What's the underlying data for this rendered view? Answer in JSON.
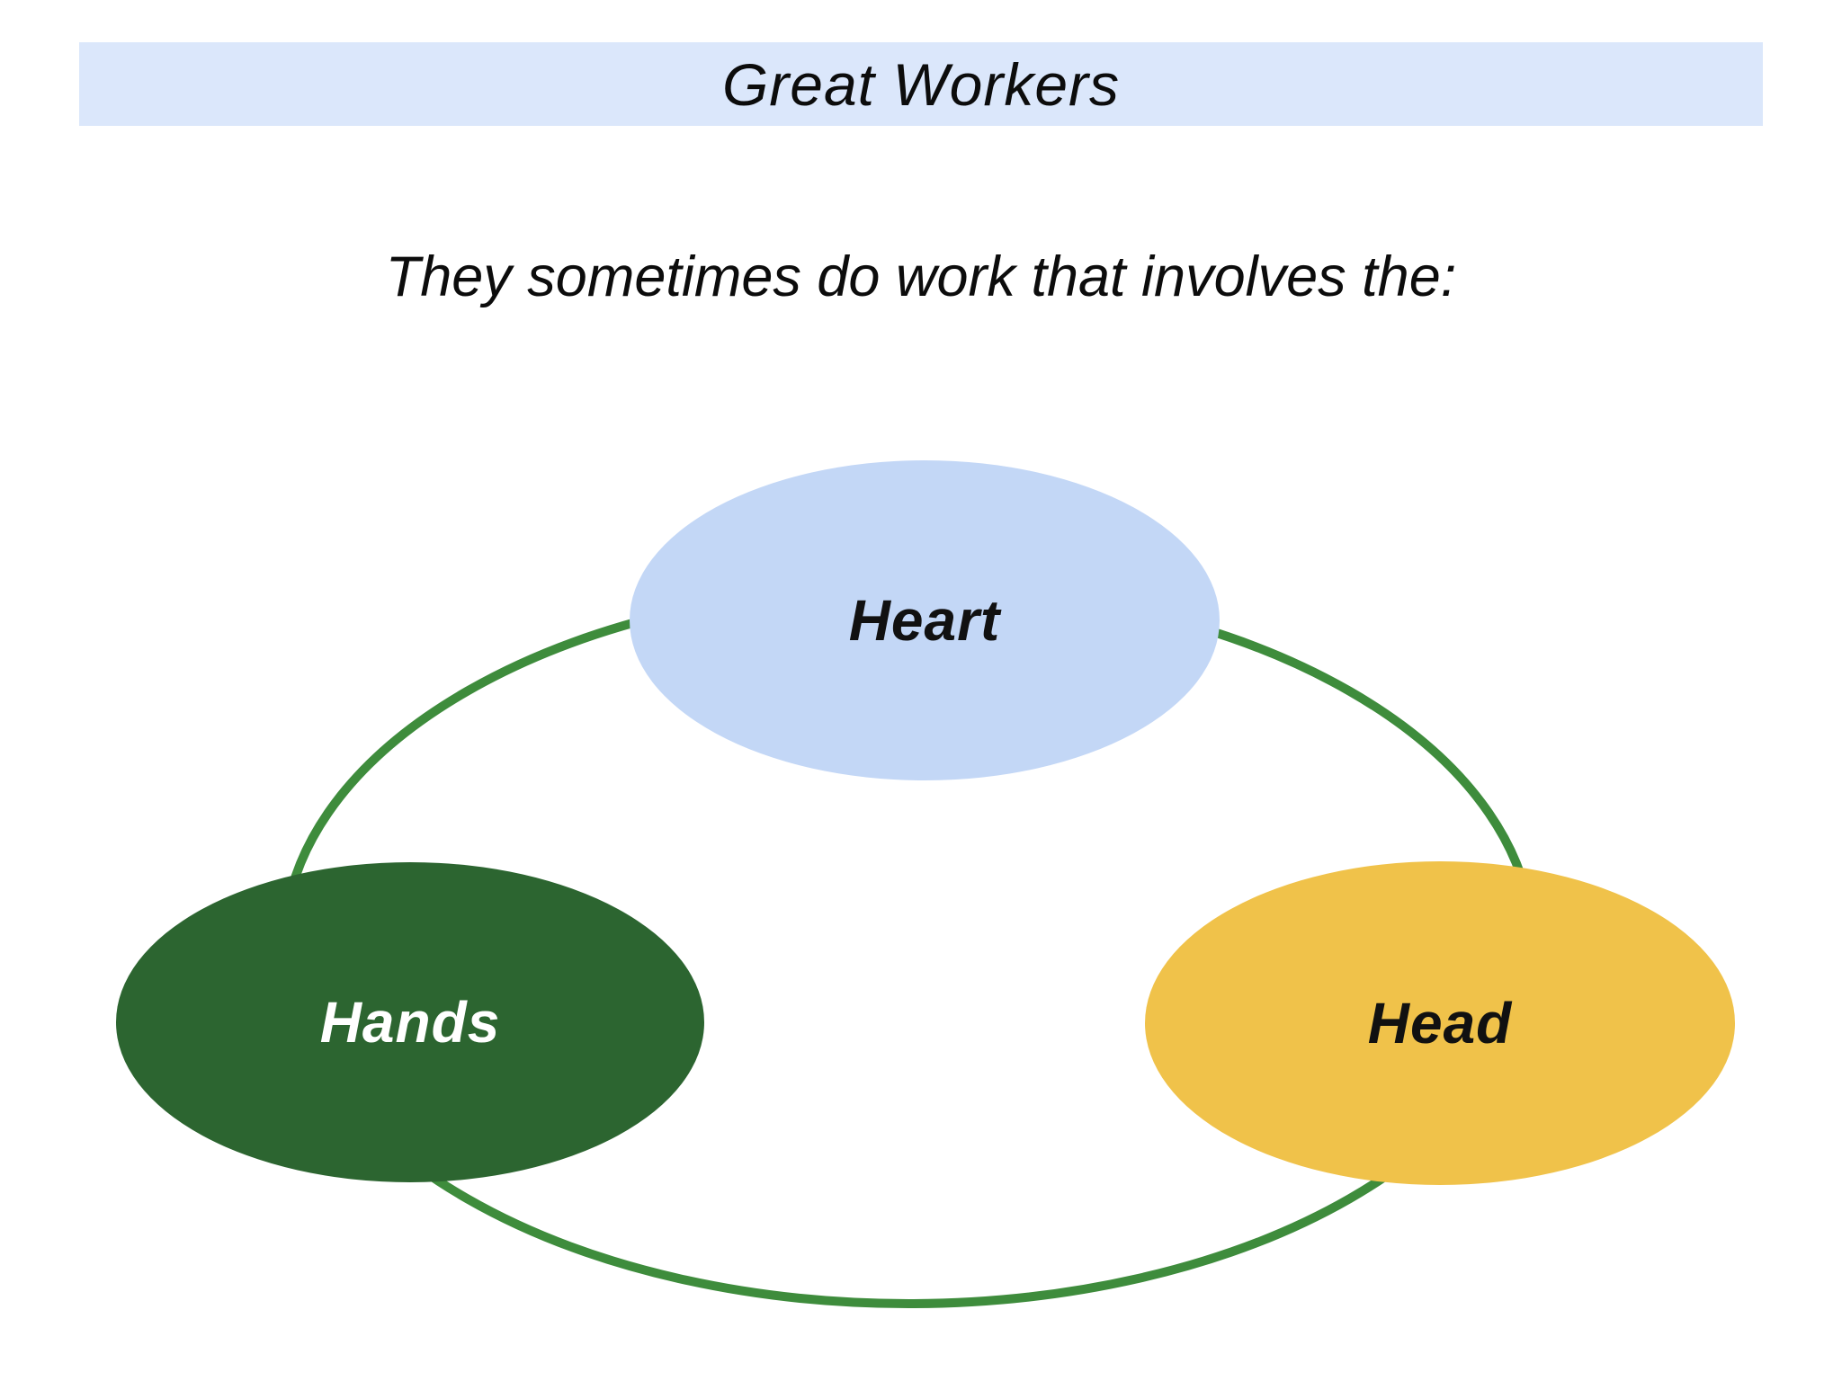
{
  "banner": {
    "title": "Great Workers",
    "background": "#dbe7fb"
  },
  "subtitle": "They sometimes do work that involves the:",
  "diagram": {
    "connector": {
      "color": "#3e8c3c",
      "stroke_width": "10"
    },
    "nodes": {
      "heart": {
        "label": "Heart",
        "fill": "#c3d7f6",
        "label_color": "#111111"
      },
      "hands": {
        "label": "Hands",
        "fill": "#2c6530",
        "label_color": "#ffffff"
      },
      "head": {
        "label": "Head",
        "fill": "#f0c24a",
        "label_color": "#111111"
      }
    }
  }
}
